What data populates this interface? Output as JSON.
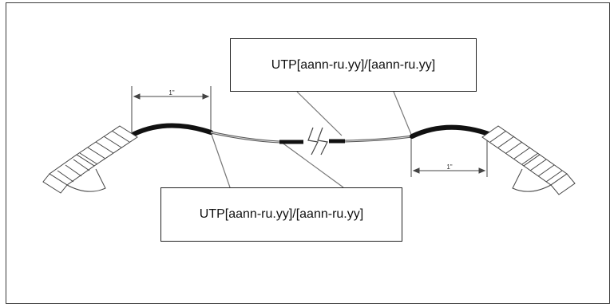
{
  "labels": {
    "top": "UTP[aann-ru.yy]/[aann-ru.yy]",
    "bottom": "UTP[aann-ru.yy]/[aann-ru.yy]"
  },
  "dimensions": {
    "left": "1\"",
    "right": "1\""
  },
  "colors": {
    "border": "#3a3a3a",
    "cable_jacket": "#111111",
    "wire": "#555555"
  }
}
